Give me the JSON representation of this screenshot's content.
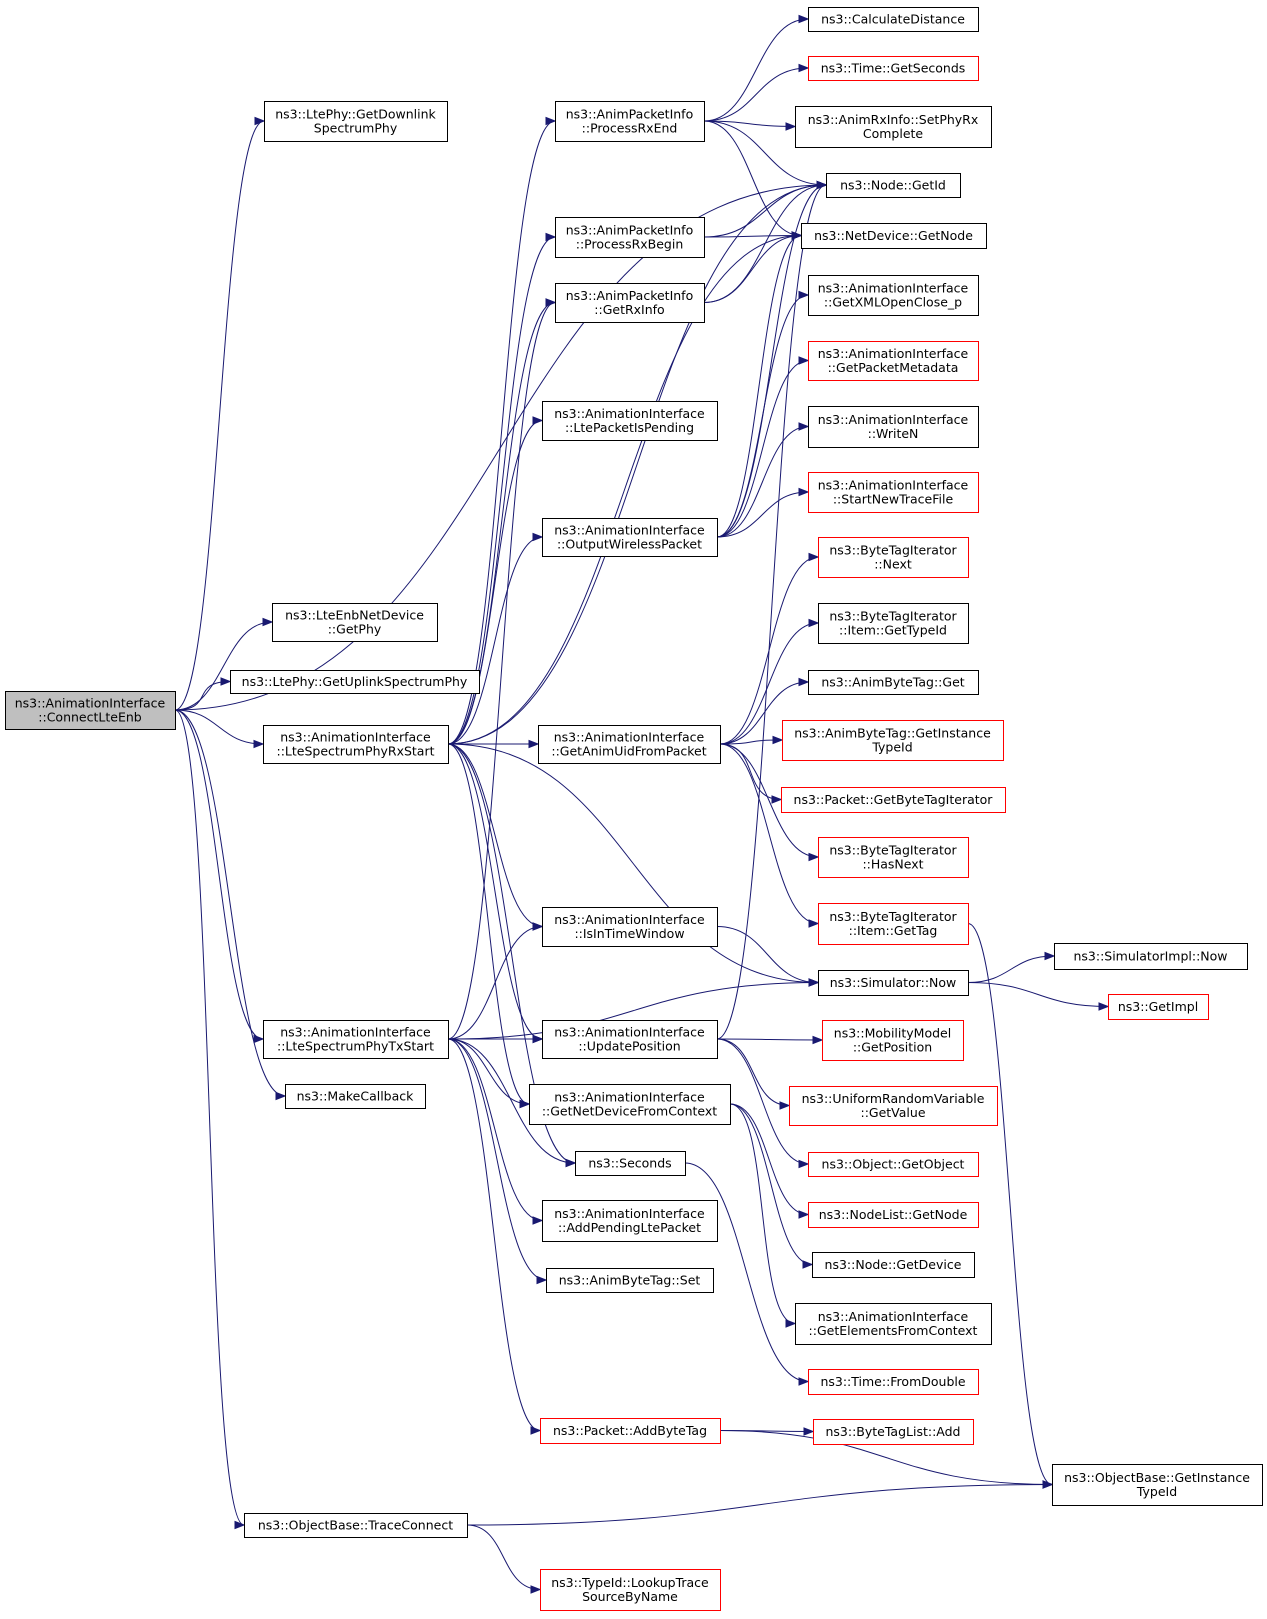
{
  "colors": {
    "edge": "#191970",
    "node_border": "#000000",
    "node_border_incomplete": "#ff0000",
    "root_fill": "#bfbfbf",
    "node_fill": "#ffffff"
  },
  "nodes": [
    {
      "id": "connect",
      "lines": [
        "ns3::AnimationInterface",
        "::ConnectLteEnb"
      ],
      "kind": "root"
    },
    {
      "id": "getdlphy",
      "lines": [
        "ns3::LtePhy::GetDownlink",
        "SpectrumPhy"
      ],
      "kind": "normal"
    },
    {
      "id": "enbgetphy",
      "lines": [
        "ns3::LteEnbNetDevice",
        "::GetPhy"
      ],
      "kind": "normal"
    },
    {
      "id": "getulphy",
      "lines": [
        "ns3::LtePhy::GetUplinkSpectrumPhy"
      ],
      "kind": "normal"
    },
    {
      "id": "rxstart",
      "lines": [
        "ns3::AnimationInterface",
        "::LteSpectrumPhyRxStart"
      ],
      "kind": "normal"
    },
    {
      "id": "txstart",
      "lines": [
        "ns3::AnimationInterface",
        "::LteSpectrumPhyTxStart"
      ],
      "kind": "normal"
    },
    {
      "id": "makecb",
      "lines": [
        "ns3::MakeCallback"
      ],
      "kind": "normal"
    },
    {
      "id": "traceconnect",
      "lines": [
        "ns3::ObjectBase::TraceConnect"
      ],
      "kind": "normal"
    },
    {
      "id": "processrxend",
      "lines": [
        "ns3::AnimPacketInfo",
        "::ProcessRxEnd"
      ],
      "kind": "normal"
    },
    {
      "id": "processrxbegin",
      "lines": [
        "ns3::AnimPacketInfo",
        "::ProcessRxBegin"
      ],
      "kind": "normal"
    },
    {
      "id": "getrxinfo",
      "lines": [
        "ns3::AnimPacketInfo",
        "::GetRxInfo"
      ],
      "kind": "normal"
    },
    {
      "id": "ltepending",
      "lines": [
        "ns3::AnimationInterface",
        "::LtePacketIsPending"
      ],
      "kind": "normal"
    },
    {
      "id": "outputwireless",
      "lines": [
        "ns3::AnimationInterface",
        "::OutputWirelessPacket"
      ],
      "kind": "normal"
    },
    {
      "id": "getanimuid",
      "lines": [
        "ns3::AnimationInterface",
        "::GetAnimUidFromPacket"
      ],
      "kind": "normal"
    },
    {
      "id": "isintime",
      "lines": [
        "ns3::AnimationInterface",
        "::IsInTimeWindow"
      ],
      "kind": "normal"
    },
    {
      "id": "updatepos",
      "lines": [
        "ns3::AnimationInterface",
        "::UpdatePosition"
      ],
      "kind": "normal"
    },
    {
      "id": "getnetdev",
      "lines": [
        "ns3::AnimationInterface",
        "::GetNetDeviceFromContext"
      ],
      "kind": "normal"
    },
    {
      "id": "seconds",
      "lines": [
        "ns3::Seconds"
      ],
      "kind": "normal"
    },
    {
      "id": "addpending",
      "lines": [
        "ns3::AnimationInterface",
        "::AddPendingLtePacket"
      ],
      "kind": "normal"
    },
    {
      "id": "bytetagset",
      "lines": [
        "ns3::AnimByteTag::Set"
      ],
      "kind": "normal"
    },
    {
      "id": "addbytetag",
      "lines": [
        "ns3::Packet::AddByteTag"
      ],
      "kind": "incomplete"
    },
    {
      "id": "typeidlookup",
      "lines": [
        "ns3::TypeId::LookupTrace",
        "SourceByName"
      ],
      "kind": "incomplete"
    },
    {
      "id": "calcdist",
      "lines": [
        "ns3::CalculateDistance"
      ],
      "kind": "normal"
    },
    {
      "id": "getseconds",
      "lines": [
        "ns3::Time::GetSeconds"
      ],
      "kind": "incomplete"
    },
    {
      "id": "setphyrx",
      "lines": [
        "ns3::AnimRxInfo::SetPhyRx",
        "Complete"
      ],
      "kind": "normal"
    },
    {
      "id": "nodegetid",
      "lines": [
        "ns3::Node::GetId"
      ],
      "kind": "normal"
    },
    {
      "id": "netdevgetnode",
      "lines": [
        "ns3::NetDevice::GetNode"
      ],
      "kind": "normal"
    },
    {
      "id": "getxml",
      "lines": [
        "ns3::AnimationInterface",
        "::GetXMLOpenClose_p"
      ],
      "kind": "normal"
    },
    {
      "id": "getpktmeta",
      "lines": [
        "ns3::AnimationInterface",
        "::GetPacketMetadata"
      ],
      "kind": "incomplete"
    },
    {
      "id": "writen",
      "lines": [
        "ns3::AnimationInterface",
        "::WriteN"
      ],
      "kind": "normal"
    },
    {
      "id": "newtrace",
      "lines": [
        "ns3::AnimationInterface",
        "::StartNewTraceFile"
      ],
      "kind": "incomplete"
    },
    {
      "id": "btinext",
      "lines": [
        "ns3::ByteTagIterator",
        "::Next"
      ],
      "kind": "incomplete"
    },
    {
      "id": "btigettypeid",
      "lines": [
        "ns3::ByteTagIterator",
        "::Item::GetTypeId"
      ],
      "kind": "normal"
    },
    {
      "id": "abtget",
      "lines": [
        "ns3::AnimByteTag::Get"
      ],
      "kind": "normal"
    },
    {
      "id": "abtinst",
      "lines": [
        "ns3::AnimByteTag::GetInstance",
        "TypeId"
      ],
      "kind": "incomplete"
    },
    {
      "id": "pktgetbti",
      "lines": [
        "ns3::Packet::GetByteTagIterator"
      ],
      "kind": "incomplete"
    },
    {
      "id": "btihasnext",
      "lines": [
        "ns3::ByteTagIterator",
        "::HasNext"
      ],
      "kind": "incomplete"
    },
    {
      "id": "btigettag",
      "lines": [
        "ns3::ByteTagIterator",
        "::Item::GetTag"
      ],
      "kind": "incomplete"
    },
    {
      "id": "simnow",
      "lines": [
        "ns3::Simulator::Now"
      ],
      "kind": "normal"
    },
    {
      "id": "simimplnow",
      "lines": [
        "ns3::SimulatorImpl::Now"
      ],
      "kind": "normal"
    },
    {
      "id": "getimpl",
      "lines": [
        "ns3::GetImpl"
      ],
      "kind": "incomplete"
    },
    {
      "id": "mobgetpos",
      "lines": [
        "ns3::MobilityModel",
        "::GetPosition"
      ],
      "kind": "incomplete"
    },
    {
      "id": "urvgetvalue",
      "lines": [
        "ns3::UniformRandomVariable",
        "::GetValue"
      ],
      "kind": "incomplete"
    },
    {
      "id": "objgetobj",
      "lines": [
        "ns3::Object::GetObject"
      ],
      "kind": "incomplete"
    },
    {
      "id": "nodelistgetnode",
      "lines": [
        "ns3::NodeList::GetNode"
      ],
      "kind": "incomplete"
    },
    {
      "id": "nodegetdev",
      "lines": [
        "ns3::Node::GetDevice"
      ],
      "kind": "normal"
    },
    {
      "id": "getelements",
      "lines": [
        "ns3::AnimationInterface",
        "::GetElementsFromContext"
      ],
      "kind": "normal"
    },
    {
      "id": "timefromdouble",
      "lines": [
        "ns3::Time::FromDouble"
      ],
      "kind": "incomplete"
    },
    {
      "id": "btlistadd",
      "lines": [
        "ns3::ByteTagList::Add"
      ],
      "kind": "incomplete"
    },
    {
      "id": "objbaseinst",
      "lines": [
        "ns3::ObjectBase::GetInstance",
        "TypeId"
      ],
      "kind": "normal"
    }
  ],
  "edges": [
    {
      "from": "connect",
      "to": "getdlphy"
    },
    {
      "from": "connect",
      "to": "nodegetid"
    },
    {
      "from": "connect",
      "to": "enbgetphy"
    },
    {
      "from": "connect",
      "to": "getulphy"
    },
    {
      "from": "connect",
      "to": "rxstart"
    },
    {
      "from": "connect",
      "to": "txstart"
    },
    {
      "from": "connect",
      "to": "makecb"
    },
    {
      "from": "connect",
      "to": "traceconnect"
    },
    {
      "from": "rxstart",
      "to": "processrxend"
    },
    {
      "from": "rxstart",
      "to": "processrxbegin"
    },
    {
      "from": "rxstart",
      "to": "getrxinfo"
    },
    {
      "from": "rxstart",
      "to": "ltepending"
    },
    {
      "from": "rxstart",
      "to": "outputwireless"
    },
    {
      "from": "rxstart",
      "to": "getanimuid"
    },
    {
      "from": "rxstart",
      "to": "isintime"
    },
    {
      "from": "rxstart",
      "to": "updatepos"
    },
    {
      "from": "rxstart",
      "to": "getnetdev"
    },
    {
      "from": "rxstart",
      "to": "seconds"
    },
    {
      "from": "rxstart",
      "to": "simnow"
    },
    {
      "from": "rxstart",
      "to": "nodegetid"
    },
    {
      "from": "rxstart",
      "to": "netdevgetnode"
    },
    {
      "from": "txstart",
      "to": "getrxinfo"
    },
    {
      "from": "txstart",
      "to": "isintime"
    },
    {
      "from": "txstart",
      "to": "updatepos"
    },
    {
      "from": "txstart",
      "to": "getnetdev"
    },
    {
      "from": "txstart",
      "to": "seconds"
    },
    {
      "from": "txstart",
      "to": "addpending"
    },
    {
      "from": "txstart",
      "to": "bytetagset"
    },
    {
      "from": "txstart",
      "to": "addbytetag"
    },
    {
      "from": "txstart",
      "to": "simnow"
    },
    {
      "from": "traceconnect",
      "to": "objbaseinst"
    },
    {
      "from": "traceconnect",
      "to": "typeidlookup"
    },
    {
      "from": "processrxend",
      "to": "calcdist"
    },
    {
      "from": "processrxend",
      "to": "getseconds"
    },
    {
      "from": "processrxend",
      "to": "setphyrx"
    },
    {
      "from": "processrxend",
      "to": "nodegetid"
    },
    {
      "from": "processrxend",
      "to": "netdevgetnode"
    },
    {
      "from": "processrxbegin",
      "to": "nodegetid"
    },
    {
      "from": "processrxbegin",
      "to": "netdevgetnode"
    },
    {
      "from": "getrxinfo",
      "to": "nodegetid"
    },
    {
      "from": "getrxinfo",
      "to": "netdevgetnode"
    },
    {
      "from": "outputwireless",
      "to": "nodegetid"
    },
    {
      "from": "outputwireless",
      "to": "netdevgetnode"
    },
    {
      "from": "outputwireless",
      "to": "getxml"
    },
    {
      "from": "outputwireless",
      "to": "getpktmeta"
    },
    {
      "from": "outputwireless",
      "to": "writen"
    },
    {
      "from": "outputwireless",
      "to": "newtrace"
    },
    {
      "from": "getanimuid",
      "to": "btinext"
    },
    {
      "from": "getanimuid",
      "to": "btigettypeid"
    },
    {
      "from": "getanimuid",
      "to": "abtget"
    },
    {
      "from": "getanimuid",
      "to": "abtinst"
    },
    {
      "from": "getanimuid",
      "to": "pktgetbti"
    },
    {
      "from": "getanimuid",
      "to": "btihasnext"
    },
    {
      "from": "getanimuid",
      "to": "btigettag"
    },
    {
      "from": "isintime",
      "to": "simnow"
    },
    {
      "from": "updatepos",
      "to": "nodegetid"
    },
    {
      "from": "updatepos",
      "to": "mobgetpos"
    },
    {
      "from": "updatepos",
      "to": "urvgetvalue"
    },
    {
      "from": "updatepos",
      "to": "objgetobj"
    },
    {
      "from": "getnetdev",
      "to": "nodelistgetnode"
    },
    {
      "from": "getnetdev",
      "to": "nodegetdev"
    },
    {
      "from": "getnetdev",
      "to": "getelements"
    },
    {
      "from": "seconds",
      "to": "timefromdouble"
    },
    {
      "from": "addbytetag",
      "to": "btlistadd"
    },
    {
      "from": "addbytetag",
      "to": "objbaseinst"
    },
    {
      "from": "simnow",
      "to": "simimplnow"
    },
    {
      "from": "simnow",
      "to": "getimpl"
    },
    {
      "from": "btigettag",
      "to": "objbaseinst"
    }
  ]
}
